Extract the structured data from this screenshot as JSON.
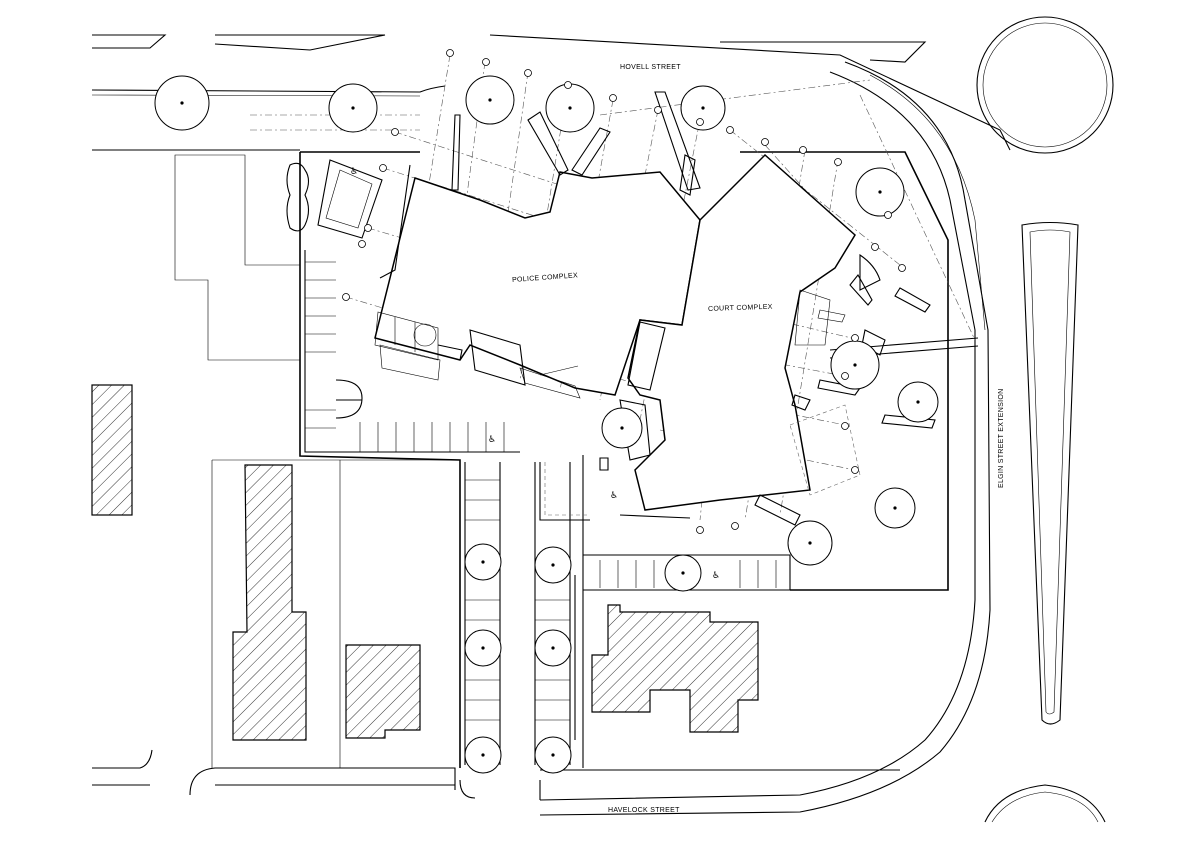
{
  "labels": {
    "howell_street": "HOVELL STREET",
    "havelock_street": "HAVELOCK STREET",
    "elgin_street": "ELGIN STREET EXTENSION",
    "police_complex": "POLICE COMPLEX",
    "court_complex": "COURT COMPLEX"
  },
  "symbols": {
    "accessible_parking": "accessible-parking-icon",
    "trees": "tree-icon"
  }
}
